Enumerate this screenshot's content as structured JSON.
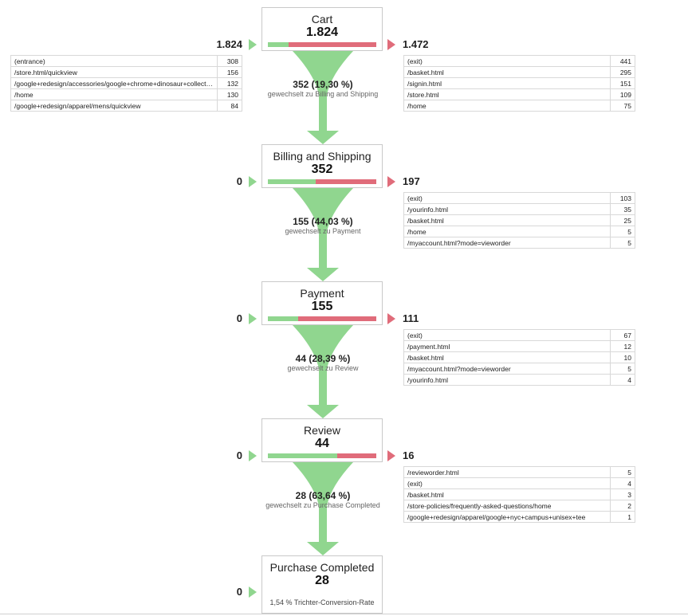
{
  "stages": [
    {
      "name": "Cart",
      "count": "1.824",
      "in": "1.824",
      "out": "1.472",
      "green_fraction": 0.19,
      "flow_main": "352 (19,30 %)",
      "flow_sub": "gewechselt zu Billing and Shipping",
      "entrances": [
        [
          "(entrance)",
          "308"
        ],
        [
          "/store.html/quickview",
          "156"
        ],
        [
          "/google+redesign/accessories/google+chrome+dinosaur+collectible",
          "132"
        ],
        [
          "/home",
          "130"
        ],
        [
          "/google+redesign/apparel/mens/quickview",
          "84"
        ]
      ],
      "exits": [
        [
          "(exit)",
          "441"
        ],
        [
          "/basket.html",
          "295"
        ],
        [
          "/signin.html",
          "151"
        ],
        [
          "/store.html",
          "109"
        ],
        [
          "/home",
          "75"
        ]
      ]
    },
    {
      "name": "Billing and Shipping",
      "count": "352",
      "in": "0",
      "out": "197",
      "green_fraction": 0.44,
      "flow_main": "155 (44,03 %)",
      "flow_sub": "gewechselt zu Payment",
      "exits": [
        [
          "(exit)",
          "103"
        ],
        [
          "/yourinfo.html",
          "35"
        ],
        [
          "/basket.html",
          "25"
        ],
        [
          "/home",
          "5"
        ],
        [
          "/myaccount.html?mode=vieworder",
          "5"
        ]
      ]
    },
    {
      "name": "Payment",
      "count": "155",
      "in": "0",
      "out": "111",
      "green_fraction": 0.28,
      "flow_main": "44 (28,39 %)",
      "flow_sub": "gewechselt zu Review",
      "exits": [
        [
          "(exit)",
          "67"
        ],
        [
          "/payment.html",
          "12"
        ],
        [
          "/basket.html",
          "10"
        ],
        [
          "/myaccount.html?mode=vieworder",
          "5"
        ],
        [
          "/yourinfo.html",
          "4"
        ]
      ]
    },
    {
      "name": "Review",
      "count": "44",
      "in": "0",
      "out": "16",
      "green_fraction": 0.64,
      "flow_main": "28 (63,64 %)",
      "flow_sub": "gewechselt zu Purchase Completed",
      "exits": [
        [
          "/revieworder.html",
          "5"
        ],
        [
          "(exit)",
          "4"
        ],
        [
          "/basket.html",
          "3"
        ],
        [
          "/store-policies/frequently-asked-questions/home",
          "2"
        ],
        [
          "/google+redesign/apparel/google+nyc+campus+unisex+tee",
          "1"
        ]
      ]
    },
    {
      "name": "Purchase Completed",
      "count": "28",
      "in": "0",
      "conversion": "1,54 % Trichter-Conversion-Rate"
    }
  ],
  "colors": {
    "green": "#90d68f",
    "red": "#e06c7a"
  }
}
